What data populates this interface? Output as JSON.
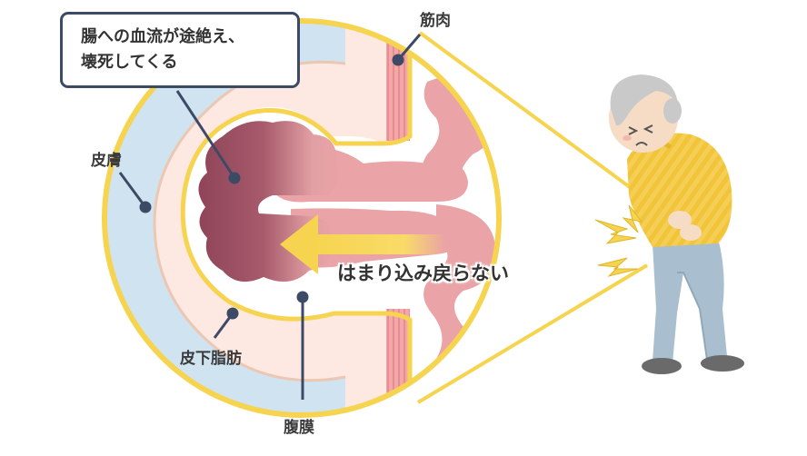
{
  "callout": {
    "line1": "腸への血流が途絶え、",
    "line2": "壊死してくる"
  },
  "labels": {
    "muscle": "筋肉",
    "skin": "皮膚",
    "subcutaneous_fat": "皮下脂肪",
    "peritoneum": "腹膜",
    "not_return": "はまり込み戻らない"
  },
  "colors": {
    "yellow_outline": "#f6d44f",
    "skin_layer": "#cfe3f1",
    "fat_layer": "#fde8e2",
    "muscle_layer": "#f3a7a7",
    "intestine": "#eaa3a6",
    "necrotic": "#9b4d62",
    "label_line": "#3d4a66",
    "arrow": "#f6d44f"
  },
  "icons": {
    "old-man": "elderly man holding stomach in pain",
    "pain-marks": "jagged yellow pain spikes"
  }
}
